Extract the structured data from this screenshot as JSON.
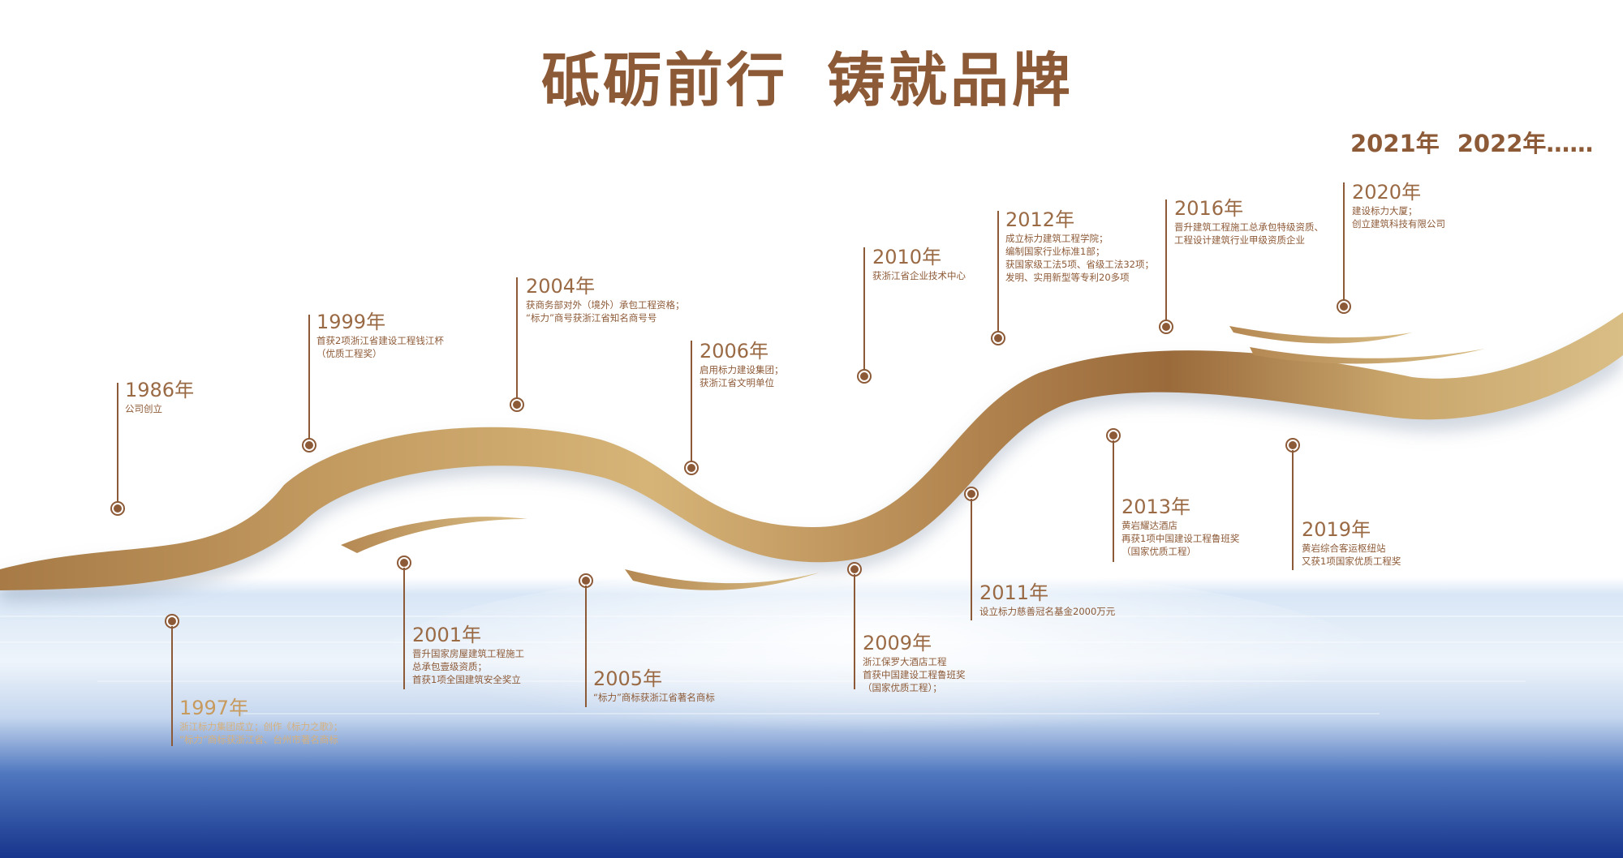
{
  "title_left": "砥砺前行",
  "title_right": "铸就品牌",
  "future_years": [
    "2021年",
    "2022年……"
  ],
  "colors": {
    "brand_brown": "#8d5a37",
    "gold": "#c8a060",
    "deep_blue": "#1e3f96"
  },
  "milestones": [
    {
      "year": "1986年",
      "lines": [
        "公司创立"
      ]
    },
    {
      "year": "1997年",
      "lines": [
        "浙江标力集团成立；创作《标力之歌》；",
        "“标力”商标获浙江省、台州市著名商标"
      ]
    },
    {
      "year": "1999年",
      "lines": [
        "首获2项浙江省建设工程钱江杯",
        "（优质工程奖）"
      ]
    },
    {
      "year": "2001年",
      "lines": [
        "晋升国家房屋建筑工程施工",
        "总承包壹级资质；",
        "首获1项全国建筑安全奖立"
      ]
    },
    {
      "year": "2004年",
      "lines": [
        "获商务部对外（境外）承包工程资格；",
        "“标力”商号获浙江省知名商号号"
      ]
    },
    {
      "year": "2005年",
      "lines": [
        "“标力”商标获浙江省著名商标"
      ]
    },
    {
      "year": "2006年",
      "lines": [
        "启用标力建设集团；",
        "获浙江省文明单位"
      ]
    },
    {
      "year": "2009年",
      "lines": [
        "浙江保罗大酒店工程",
        "首获中国建设工程鲁班奖",
        "（国家优质工程）；"
      ]
    },
    {
      "year": "2010年",
      "lines": [
        "获浙江省企业技术中心"
      ]
    },
    {
      "year": "2011年",
      "lines": [
        "设立标力慈善冠名基金2000万元"
      ]
    },
    {
      "year": "2012年",
      "lines": [
        "成立标力建筑工程学院；",
        "编制国家行业标准1部；",
        "获国家级工法5项、省级工法32项；",
        "发明、实用新型等专利20多项"
      ]
    },
    {
      "year": "2013年",
      "lines": [
        "黄岩耀达酒店",
        "再获1项中国建设工程鲁班奖",
        "（国家优质工程）"
      ]
    },
    {
      "year": "2016年",
      "lines": [
        "晋升建筑工程施工总承包特级资质、",
        "工程设计建筑行业甲级资质企业"
      ]
    },
    {
      "year": "2019年",
      "lines": [
        "黄岩综合客运枢纽站",
        "又获1项国家优质工程奖"
      ]
    },
    {
      "year": "2020年",
      "lines": [
        "建设标力大厦；",
        "创立建筑科技有限公司"
      ]
    }
  ]
}
